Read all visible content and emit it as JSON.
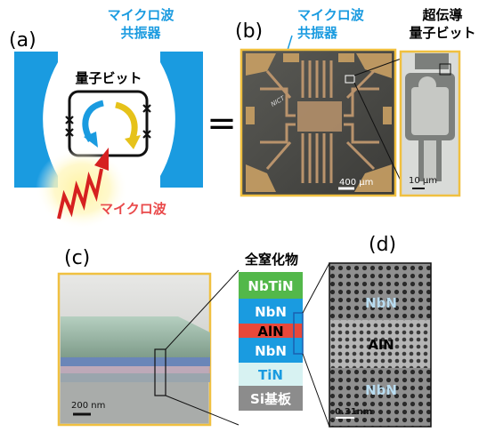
{
  "panel_a": {
    "label": "(a)",
    "resonator_label_1": "マイクロ波",
    "resonator_label_2": "共振器",
    "qubit_label": "量子ビット",
    "equals": "=",
    "microwave_label": "マイクロ波",
    "colors": {
      "resonator": "#1a9be0",
      "arrow_blue": "#1a9be0",
      "arrow_yellow": "#e6c21a",
      "microwave": "#d62020"
    }
  },
  "panel_b": {
    "label": "(b)",
    "resonator_label_1": "マイクロ波",
    "resonator_label_2": "共振器",
    "sc_label_1": "超伝導",
    "sc_label_2": "量子ビット",
    "scale_main": "400 μm",
    "scale_inset": "10 μm",
    "logo": "NICT"
  },
  "panel_c": {
    "label": "(c)",
    "scale": "200 nm",
    "stack_title": "全窒化物",
    "layers": [
      {
        "name": "NbTiN",
        "color": "#53b84a",
        "text_color": "#ffffff"
      },
      {
        "name": "NbN",
        "color": "#1a9be0",
        "text_color": "#ffffff"
      },
      {
        "name": "AlN",
        "color": "#e8483a",
        "text_color": "#000000"
      },
      {
        "name": "NbN",
        "color": "#1a9be0",
        "text_color": "#ffffff"
      },
      {
        "name": "TiN",
        "color": "#d7f2f2",
        "text_color": "#1a9be0"
      },
      {
        "name": "Si基板",
        "color": "#8c8c8c",
        "text_color": "#ffffff"
      }
    ]
  },
  "panel_d": {
    "label": "(d)",
    "top_layer": "NbN",
    "middle_layer": "AlN",
    "bottom_layer": "NbN",
    "scale": "0.31nm"
  },
  "colors": {
    "frame": "#f0c040",
    "text": "#000000"
  }
}
